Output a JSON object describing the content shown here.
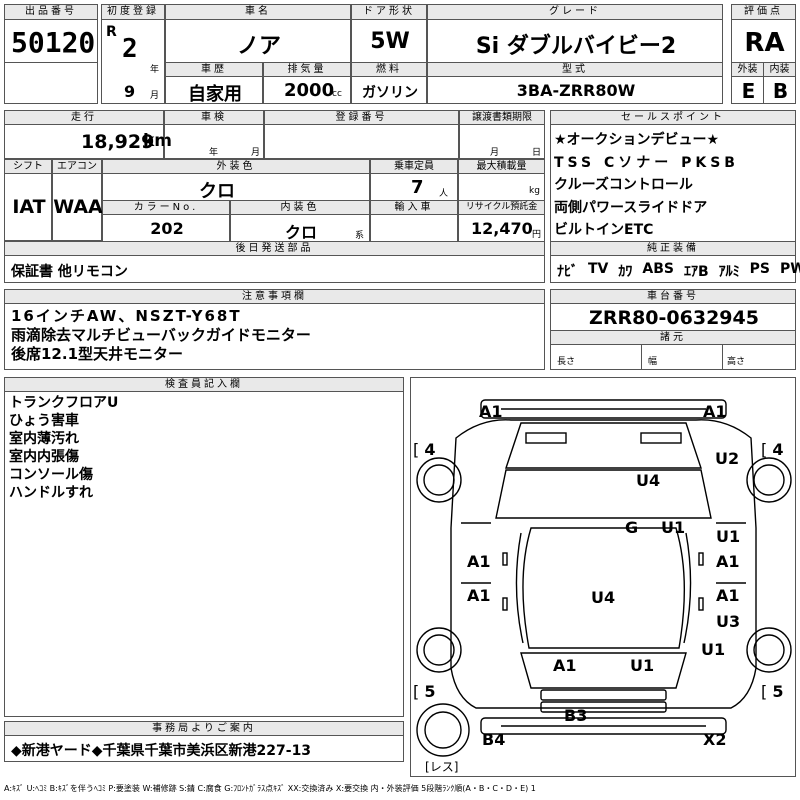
{
  "header": {
    "lot_no_label": "出品番号",
    "lot_no": "50120",
    "first_reg_label": "初度登録",
    "era": "R",
    "year": "2",
    "year_unit": "年",
    "month": "9",
    "month_unit": "月",
    "car_name_label": "車名",
    "car_name": "ノア",
    "door_label": "ドア形状",
    "door": "5W",
    "grade_label": "グレード",
    "grade": "Si ダブルバイビー2",
    "rating_label": "評価点",
    "rating": "RA",
    "history_label": "車歴",
    "history": "自家用",
    "displacement_label": "排気量",
    "displacement": "2000",
    "displacement_unit": "cc",
    "fuel_label": "燃料",
    "fuel": "ガソリン",
    "model_label": "型式",
    "model": "3BA-ZRR80W",
    "exterior_label": "外装",
    "exterior": "E",
    "interior_label": "内装",
    "interior": "B"
  },
  "row2": {
    "mileage_label": "走行",
    "mileage": "18,929",
    "mileage_unit": "km",
    "inspection_label": "車検",
    "inspection_year_unit": "年",
    "inspection_month_unit": "月",
    "reg_no_label": "登録番号",
    "transfer_label": "譲渡書類期限",
    "transfer_month_unit": "月",
    "transfer_day_unit": "日",
    "shift_label": "シフト",
    "shift": "IAT",
    "ac_label": "エアコン",
    "ac": "WAA",
    "color_label": "外装色",
    "color": "クロ",
    "capacity_label": "乗車定員",
    "capacity": "7",
    "capacity_unit": "人",
    "load_label": "最大積載量",
    "load_unit": "kg",
    "color_no_label": "カラーNo.",
    "color_no": "202",
    "int_color_label": "内装色",
    "int_color": "クロ",
    "int_color_unit": "系",
    "import_label": "輸入車",
    "recycle_label": "リサイクル預託金",
    "recycle": "12,470",
    "recycle_unit": "円",
    "later_label": "後日発送部品",
    "later": "保証書 他リモコン"
  },
  "sales_points": {
    "label": "セールスポイント",
    "items": [
      "★オークションデビュー★",
      "TSS Cソナー PKSB",
      "クルーズコントロール",
      "両側パワースライドドア",
      "ビルトインETC"
    ]
  },
  "equipment": {
    "label": "純正装備",
    "items": [
      "ﾅﾋﾞ",
      "TV",
      "ｶﾜ",
      "ABS",
      "ｴｱB",
      "ｱﾙﾐ",
      "PS",
      "PW"
    ]
  },
  "notes": {
    "label": "注意事項欄",
    "lines": [
      "16インチAW、NSZT-Y68T",
      "雨滴除去マルチビューバックガイドモニター",
      "後席12.1型天井モニター"
    ]
  },
  "chassis": {
    "label": "車台番号",
    "value": "ZRR80-0632945",
    "dims_label": "諸元",
    "length_label": "長さ",
    "width_label": "幅",
    "height_label": "高さ"
  },
  "inspector": {
    "label": "検査員記入欄",
    "lines": [
      "トランクフロアU",
      "ひょう害車",
      "室内薄汚れ",
      "室内内張傷",
      "コンソール傷",
      "ハンドルすれ"
    ]
  },
  "diagram": {
    "marks": {
      "a1_tl": "A1",
      "a1_tr": "A1",
      "u2": "U2",
      "u4_top": "U4",
      "g": "G",
      "u1_center": "U1",
      "u1_r1": "U1",
      "a1_r1": "A1",
      "a1_l1": "A1",
      "a1_l2": "A1",
      "u4_center": "U4",
      "a1_r2": "A1",
      "u3": "U3",
      "u1_r2": "U1",
      "a1_bl": "A1",
      "u1_bc": "U1",
      "b3": "B3",
      "b4": "B4",
      "x2": "X2"
    },
    "tire_tl": "4",
    "tire_tr": "4",
    "tire_bl": "5",
    "tire_br": "5",
    "spare": "レス"
  },
  "office": {
    "label": "事務局よりご案内",
    "text": "◆新港ヤード◆千葉県千葉市美浜区新港227-13"
  },
  "legend": "A:ｷｽﾞ U:ﾍｺﾐ B:ｷｽﾞを伴うﾍｺﾐ P:要塗装 W:補修跡 S:錆 C:腐食 G:ﾌﾛﾝﾄｶﾞﾗｽ点ｷｽﾞ XX:交換済み X:要交換 内・外装評価 5段階ﾗﾝｸ順(A・B・C・D・E) 1"
}
